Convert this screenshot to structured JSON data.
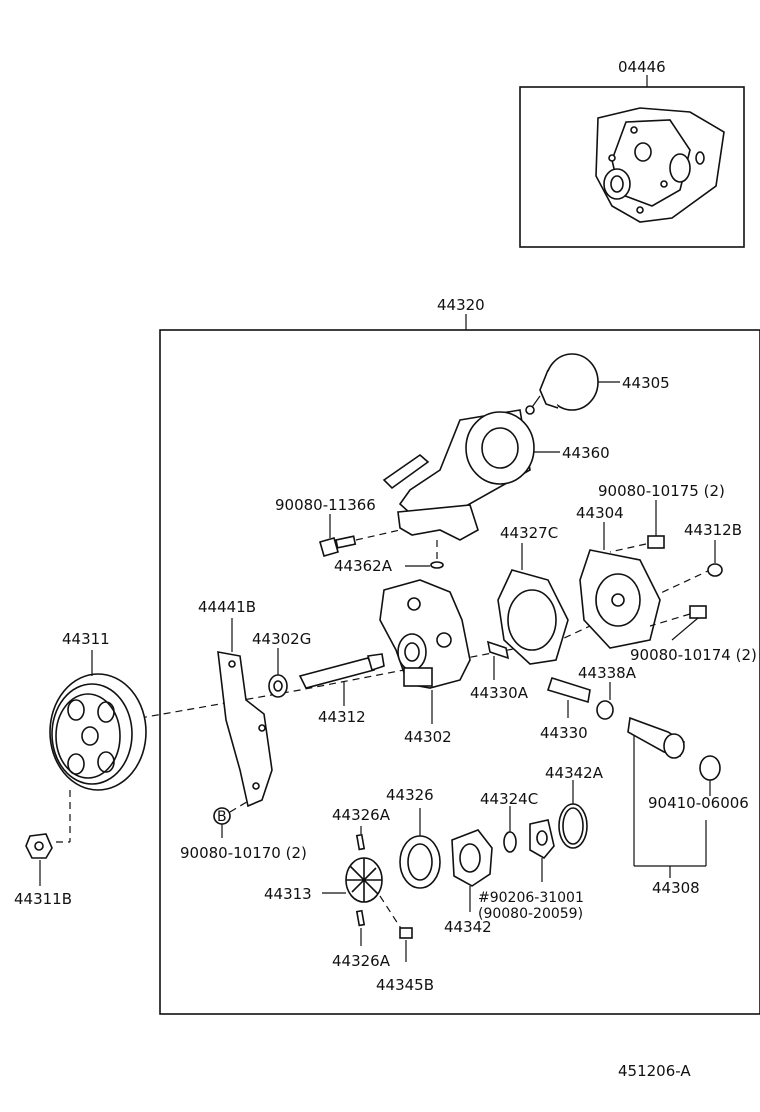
{
  "kit_label": "04446",
  "assembly_label": "44320",
  "diagram_code": "451206-A",
  "parts": {
    "p44305": "44305",
    "p44360": "44360",
    "p90080_11366": "90080-11366",
    "p90080_10175": "90080-10175 (2)",
    "p44327C": "44327C",
    "p44304": "44304",
    "p44312B": "44312B",
    "p44362A": "44362A",
    "p44441B": "44441B",
    "p44302G": "44302G",
    "p44311": "44311",
    "p90080_10174": "90080-10174 (2)",
    "p44338A": "44338A",
    "p44330A": "44330A",
    "p44312": "44312",
    "p44302": "44302",
    "p44330": "44330",
    "p44342A": "44342A",
    "p44326": "44326",
    "p44324C": "44324C",
    "p44326A_top": "44326A",
    "p90410_06006": "90410-06006",
    "p90080_10170": "90080-10170 (2)",
    "p44313": "44313",
    "p44308": "44308",
    "p44311B": "44311B",
    "p90206_31001": "#90206-31001",
    "p90080_20059": "(90080-20059)",
    "p44342": "44342",
    "p44326A_bot": "44326A",
    "p44345B": "44345B",
    "marker_b": "B"
  }
}
